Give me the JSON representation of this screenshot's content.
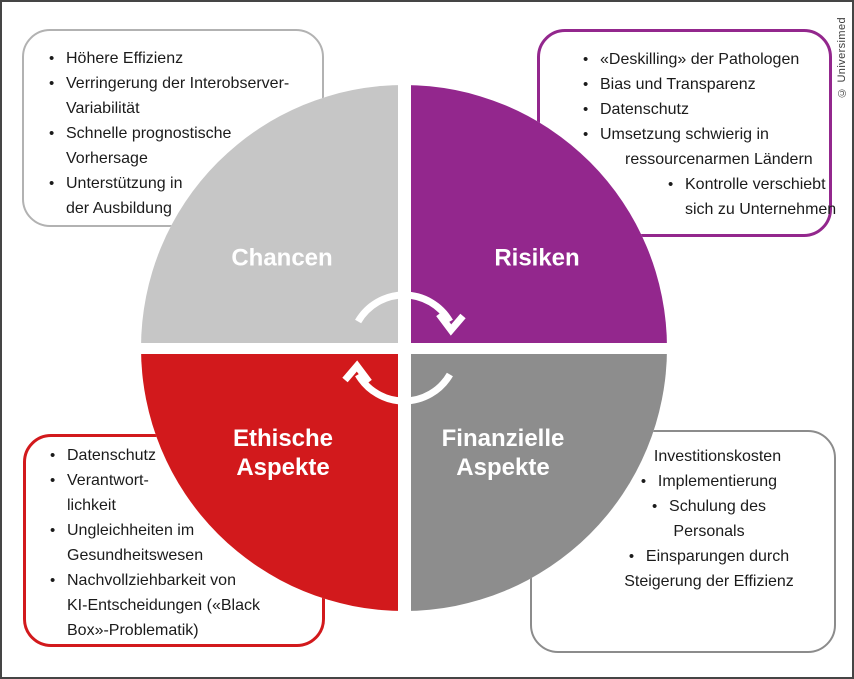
{
  "copyright": "© Universimed",
  "colors": {
    "quadrant_chancen": "#c6c6c6",
    "quadrant_risiken": "#93278d",
    "quadrant_ethische": "#d2191c",
    "quadrant_finanzielle": "#8d8d8d",
    "box_border_light_gray": "#b2b2b2",
    "box_border_purple": "#93278d",
    "box_border_red": "#d2191c",
    "box_border_dark_gray": "#8c8c8c",
    "label_text": "#ffffff",
    "cycle_arrows": "#ffffff"
  },
  "quadrants": {
    "chancen": {
      "label": "Chancen"
    },
    "risiken": {
      "label": "Risiken"
    },
    "ethische": {
      "label": "Ethische\nAspekte"
    },
    "finanzielle": {
      "label": "Finanzielle\nAspekte"
    }
  },
  "boxes": {
    "chancen": {
      "lines": [
        {
          "b": 1,
          "t": "Höhere Effizienz"
        },
        {
          "b": 1,
          "t": "Verringerung der Interobserver-"
        },
        {
          "b": 0,
          "t": "Variabilität"
        },
        {
          "b": 1,
          "t": "Schnelle prognostische"
        },
        {
          "b": 0,
          "t": "Vorhersage"
        },
        {
          "b": 1,
          "t": "Unterstützung in"
        },
        {
          "b": 0,
          "t": "der Ausbildung"
        }
      ]
    },
    "risiken": {
      "lines": [
        {
          "b": 1,
          "t": "«Deskilling» der Pathologen"
        },
        {
          "b": 1,
          "t": "Bias und Transparenz"
        },
        {
          "b": 1,
          "t": "Datenschutz"
        },
        {
          "b": 1,
          "t": "Umsetzung schwierig in"
        },
        {
          "b": 0,
          "t": "ressourcenarmen Ländern",
          "ind": 42
        },
        {
          "b": 1,
          "t": "Kontrolle verschiebt",
          "ind": 85
        },
        {
          "b": 0,
          "t": "sich zu Unternehmen",
          "ind": 102
        }
      ]
    },
    "ethische": {
      "lines": [
        {
          "b": 1,
          "t": "Datenschutz"
        },
        {
          "b": 1,
          "t": "Verantwort-"
        },
        {
          "b": 0,
          "t": "lichkeit"
        },
        {
          "b": 1,
          "t": "Ungleichheiten im"
        },
        {
          "b": 0,
          "t": "Gesundheitswesen"
        },
        {
          "b": 1,
          "t": "Nachvollziehbarkeit von"
        },
        {
          "b": 0,
          "t": "KI-Entscheidungen («Black"
        },
        {
          "b": 0,
          "t": "Box»-Problematik)"
        }
      ]
    },
    "finanzielle": {
      "lines": [
        {
          "b": 1,
          "t": "Investitionskosten"
        },
        {
          "b": 1,
          "t": "Implementierung"
        },
        {
          "b": 1,
          "t": "Schulung des"
        },
        {
          "b": 0,
          "t": "Personals"
        },
        {
          "b": 1,
          "t": "Einsparungen durch"
        },
        {
          "b": 0,
          "t": "Steigerung der Effizienz"
        }
      ]
    }
  }
}
